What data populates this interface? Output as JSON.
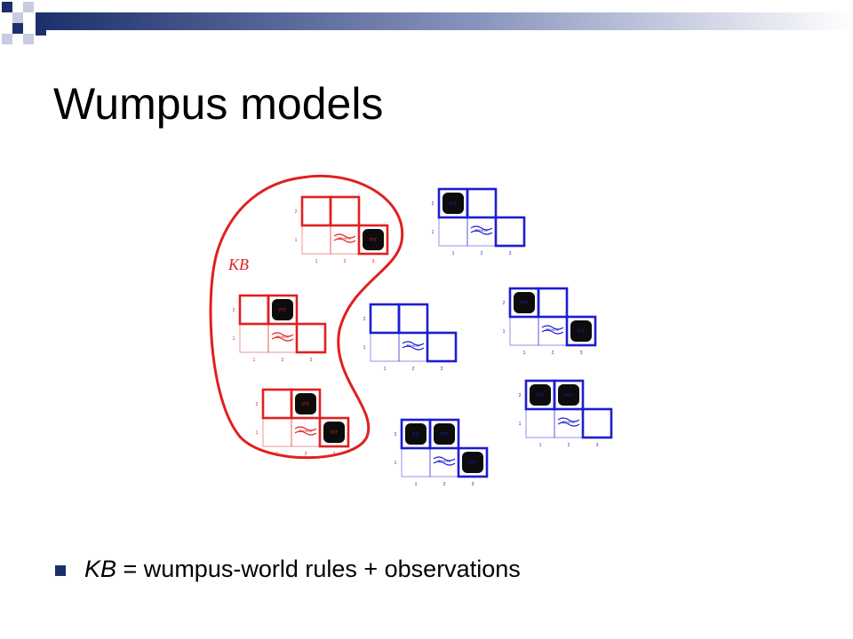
{
  "slide": {
    "title": "Wumpus models"
  },
  "figure": {
    "kb_label": "KB",
    "cell_text": "PIT",
    "breeze_text": "Breeze",
    "row_labels": [
      "1",
      "2"
    ],
    "col_labels": [
      "1",
      "2",
      "3"
    ],
    "colors": {
      "kb": "#e02020",
      "model": "#1d1dd0",
      "pit": "#0c0c0c"
    }
  },
  "bullets": [
    {
      "italic": "KB",
      "text": " = wumpus-world rules + observations"
    }
  ],
  "theme": {
    "bar_dark": "#1b2f6b",
    "bar_light": "#c7cce0",
    "accent": "#4a5a9c"
  }
}
